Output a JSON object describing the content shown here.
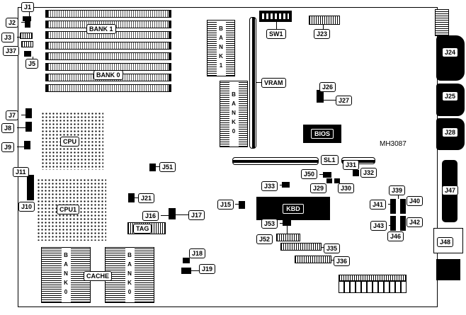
{
  "part_number": "MH3087",
  "labels": {
    "j1": "J1",
    "j2": "J2",
    "j3": "J3",
    "j5": "J5",
    "j7": "J7",
    "j8": "J8",
    "j9": "J9",
    "j10": "J10",
    "j11": "J11",
    "j15": "J15",
    "j16": "J16",
    "j17": "J17",
    "j18": "J18",
    "j19": "J19",
    "j21": "J21",
    "j23": "J23",
    "j24": "J24",
    "j25": "J25",
    "j26": "J26",
    "j27": "J27",
    "j28": "J28",
    "j29": "J29",
    "j30": "J30",
    "j31": "J31",
    "j32": "J32",
    "j33": "J33",
    "j35": "J35",
    "j36": "J36",
    "j37": "J37",
    "j39": "J39",
    "j40": "J40",
    "j41": "J41",
    "j42": "J42",
    "j43": "J43",
    "j46": "J46",
    "j47": "J47",
    "j48": "J48",
    "j50": "J50",
    "j51": "J51",
    "j52": "J52",
    "j53": "J53",
    "sw1": "SW1",
    "sl1": "SL1",
    "vram": "VRAM",
    "bank1": "BANK 1",
    "bank0": "BANK 0",
    "cache": "CACHE",
    "tag": "TAG",
    "cpu": "CPU",
    "cpu1": "CPU1",
    "bios": "BIOS",
    "kbd": "KBD"
  },
  "vertical_labels": {
    "bank1": "BANK1",
    "bank0": "BANK0",
    "cache_left": "BANK0",
    "cache_right": "BANK0"
  }
}
